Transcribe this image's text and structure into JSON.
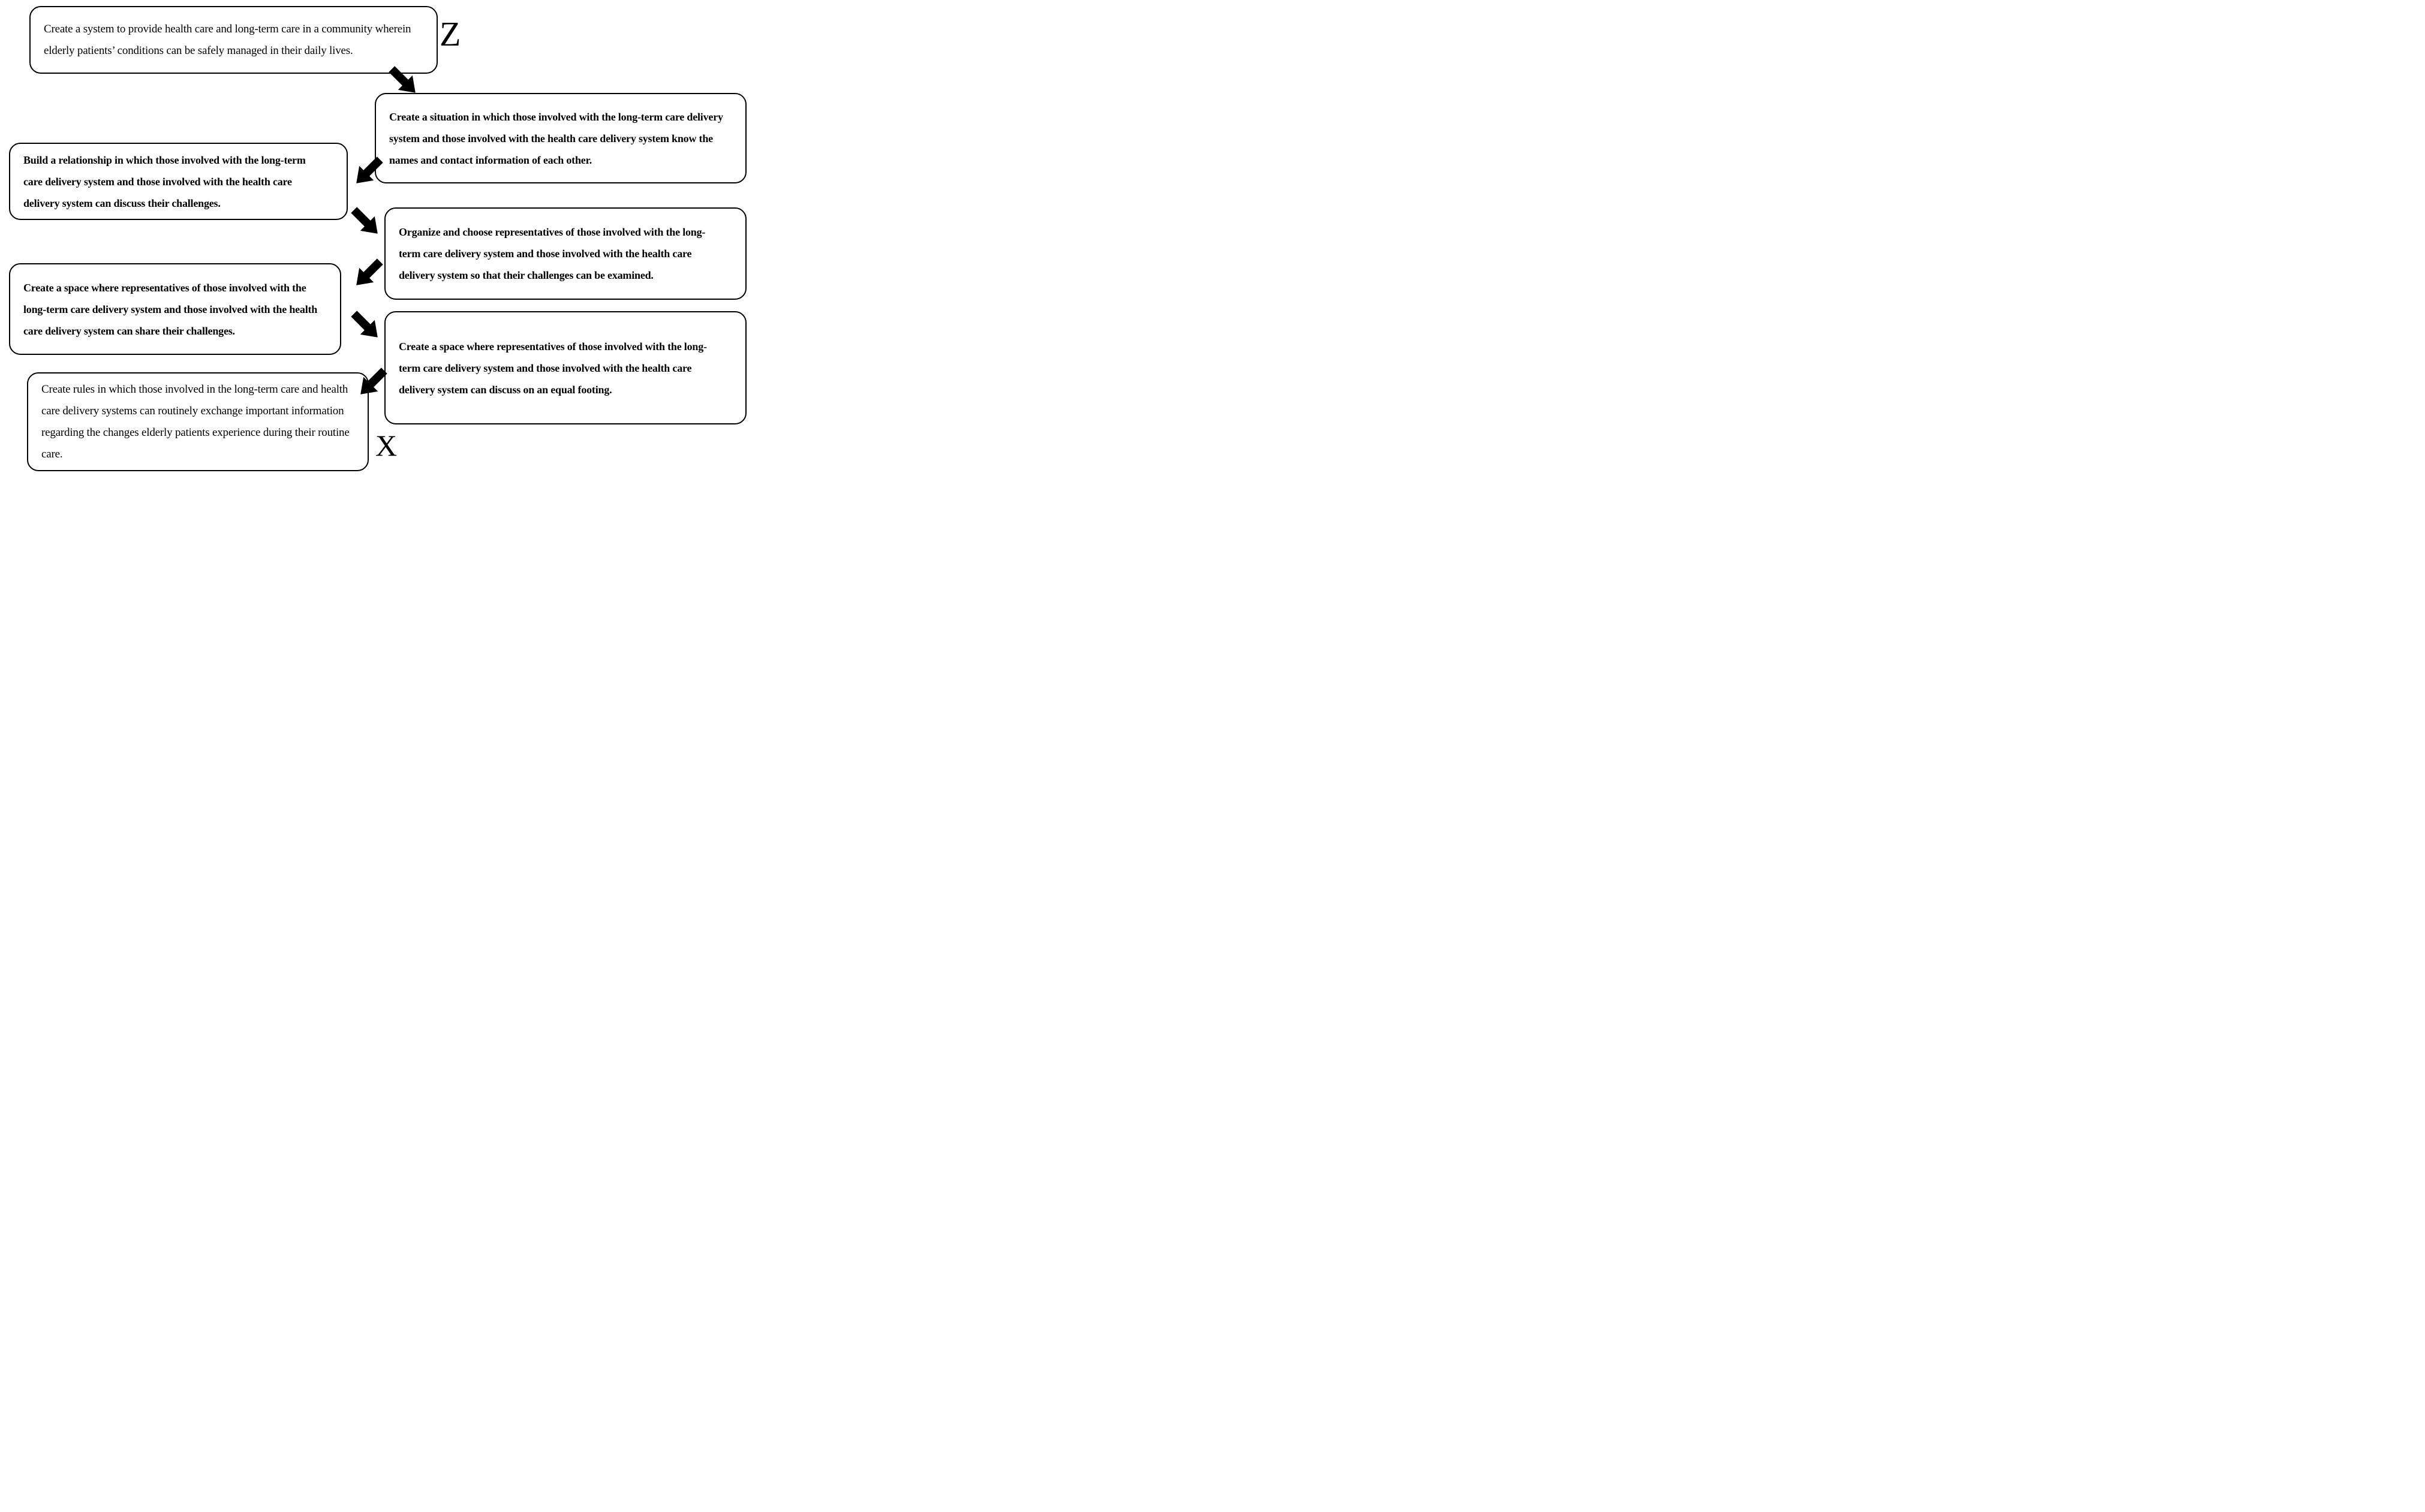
{
  "diagram": {
    "type": "flow-diagram",
    "background_color": "#ffffff",
    "colors": {
      "box_border": "#000000",
      "text": "#000000",
      "arrow": "#000000"
    },
    "labels": {
      "top": "Z",
      "bottom": "X"
    },
    "boxes": [
      {
        "id": 1,
        "emphasis": "normal",
        "full_text": "Create a system to provide health care and long-term care in a community wherein elderly patients’ conditions can be safely managed in their daily lives.",
        "lines": [
          "Create a system to provide health care and long-term care in a community wherein",
          "elderly patients’ conditions can be safely managed in their daily lives."
        ]
      },
      {
        "id": 2,
        "emphasis": "bold",
        "full_text": "Create a situation in which those involved with the long-term care delivery system and those involved with the health care delivery system know the names and contact information of each other.",
        "lines": [
          "Create a situation in which those involved with the long-term care delivery",
          "system and those involved with the health care delivery system know the",
          "names and contact information of each other."
        ]
      },
      {
        "id": 3,
        "emphasis": "bold",
        "full_text": "Build a relationship in which those involved with the long-term care delivery system and those involved with the health care delivery system can discuss their challenges.",
        "lines": [
          "Build a relationship in which those involved with the long-term",
          "care delivery system and those involved with the health care",
          "delivery system can discuss their challenges."
        ]
      },
      {
        "id": 4,
        "emphasis": "bold",
        "full_text": "Organize and choose representatives of those involved with the long-term care delivery system and those involved with the health care delivery system so that their challenges can be examined.",
        "lines": [
          "Organize and choose representatives of those involved with the long-",
          "term care delivery system and those involved with the health care",
          "delivery system so that their challenges can be examined."
        ]
      },
      {
        "id": 5,
        "emphasis": "bold",
        "full_text": "Create a space where representatives of those involved with the long-term care delivery system and those involved with the health care delivery system can share their challenges.",
        "lines": [
          "Create a space where representatives of those involved with the",
          "long-term care delivery system and those involved with the health",
          "care delivery system can share their challenges."
        ]
      },
      {
        "id": 6,
        "emphasis": "bold",
        "full_text": "Create a space where representatives of those involved with the long-term care delivery system and those involved with the health care delivery system can discuss on an equal footing.",
        "lines": [
          "Create a space where representatives of those involved with the long-",
          "term care delivery system and those involved with the health care",
          "delivery system can discuss on an equal footing."
        ]
      },
      {
        "id": 7,
        "emphasis": "normal",
        "full_text": "Create rules in which those involved in the long-term care and health care delivery systems can routinely exchange important information regarding the changes elderly patients experience during their routine care.",
        "lines": [
          "Create rules in which those involved in the long-term care and health",
          "care delivery systems can routinely exchange important information",
          "regarding the changes elderly patients experience during their routine",
          "care."
        ]
      }
    ],
    "arrows": [
      {
        "from": 1,
        "to": 2,
        "direction": "down-right"
      },
      {
        "from": 2,
        "to": 3,
        "direction": "down-left"
      },
      {
        "from": 3,
        "to": 4,
        "direction": "down-right"
      },
      {
        "from": 4,
        "to": 5,
        "direction": "down-left"
      },
      {
        "from": 5,
        "to": 6,
        "direction": "down-right"
      },
      {
        "from": 6,
        "to": 7,
        "direction": "down-left"
      }
    ]
  }
}
